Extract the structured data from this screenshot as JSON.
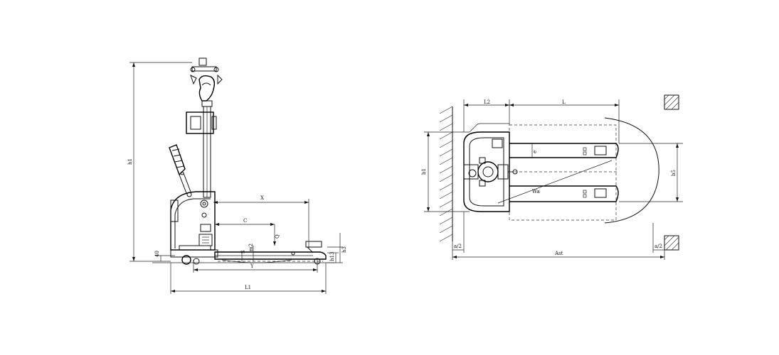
{
  "side_view": {
    "dims": {
      "h1": "h1",
      "L1": "L1",
      "x": "X",
      "c": "C",
      "q": "Q",
      "h13": "h13",
      "h3": "h3",
      "m2": "m2",
      "s": "S",
      "y": "Y",
      "h40": "40"
    }
  },
  "top_view": {
    "dims": {
      "L2": "L2",
      "L": "L",
      "b1": "b1",
      "b5": "b5",
      "e": "e",
      "wa": "Wa",
      "a2_left": "a/2",
      "a2_right": "a/2",
      "ast": "Ast"
    }
  }
}
